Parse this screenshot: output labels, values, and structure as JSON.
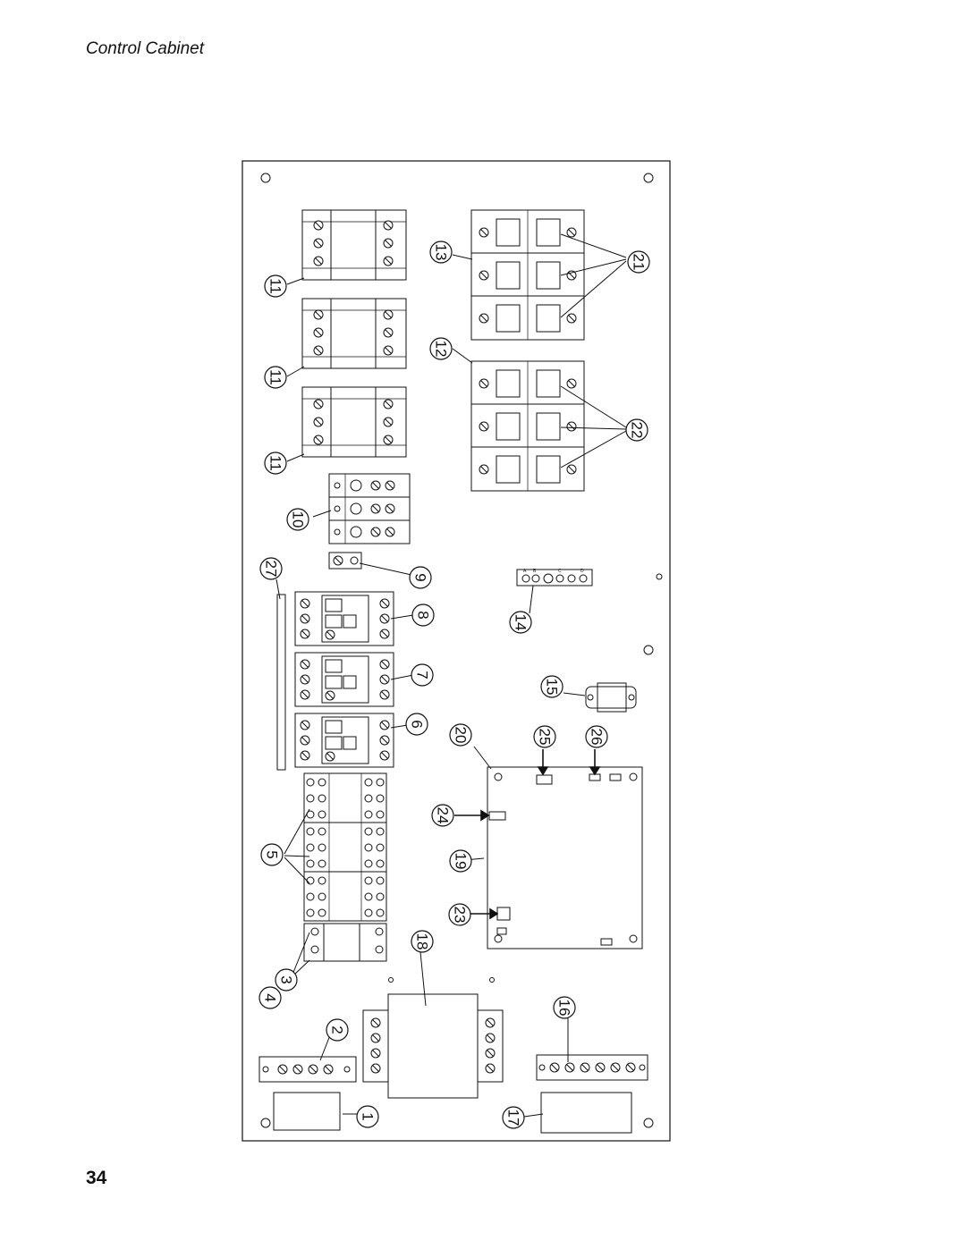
{
  "page": {
    "title": "Control Cabinet",
    "page_number": "34"
  },
  "diagram": {
    "callouts": [
      "1",
      "2",
      "3",
      "4",
      "5",
      "6",
      "7",
      "8",
      "9",
      "10",
      "11",
      "11",
      "11",
      "12",
      "13",
      "14",
      "15",
      "16",
      "17",
      "18",
      "19",
      "20",
      "21",
      "22",
      "23",
      "24",
      "25",
      "26",
      "27"
    ],
    "terminal_strip_labels": [
      "A",
      "B",
      "C",
      "D"
    ]
  }
}
